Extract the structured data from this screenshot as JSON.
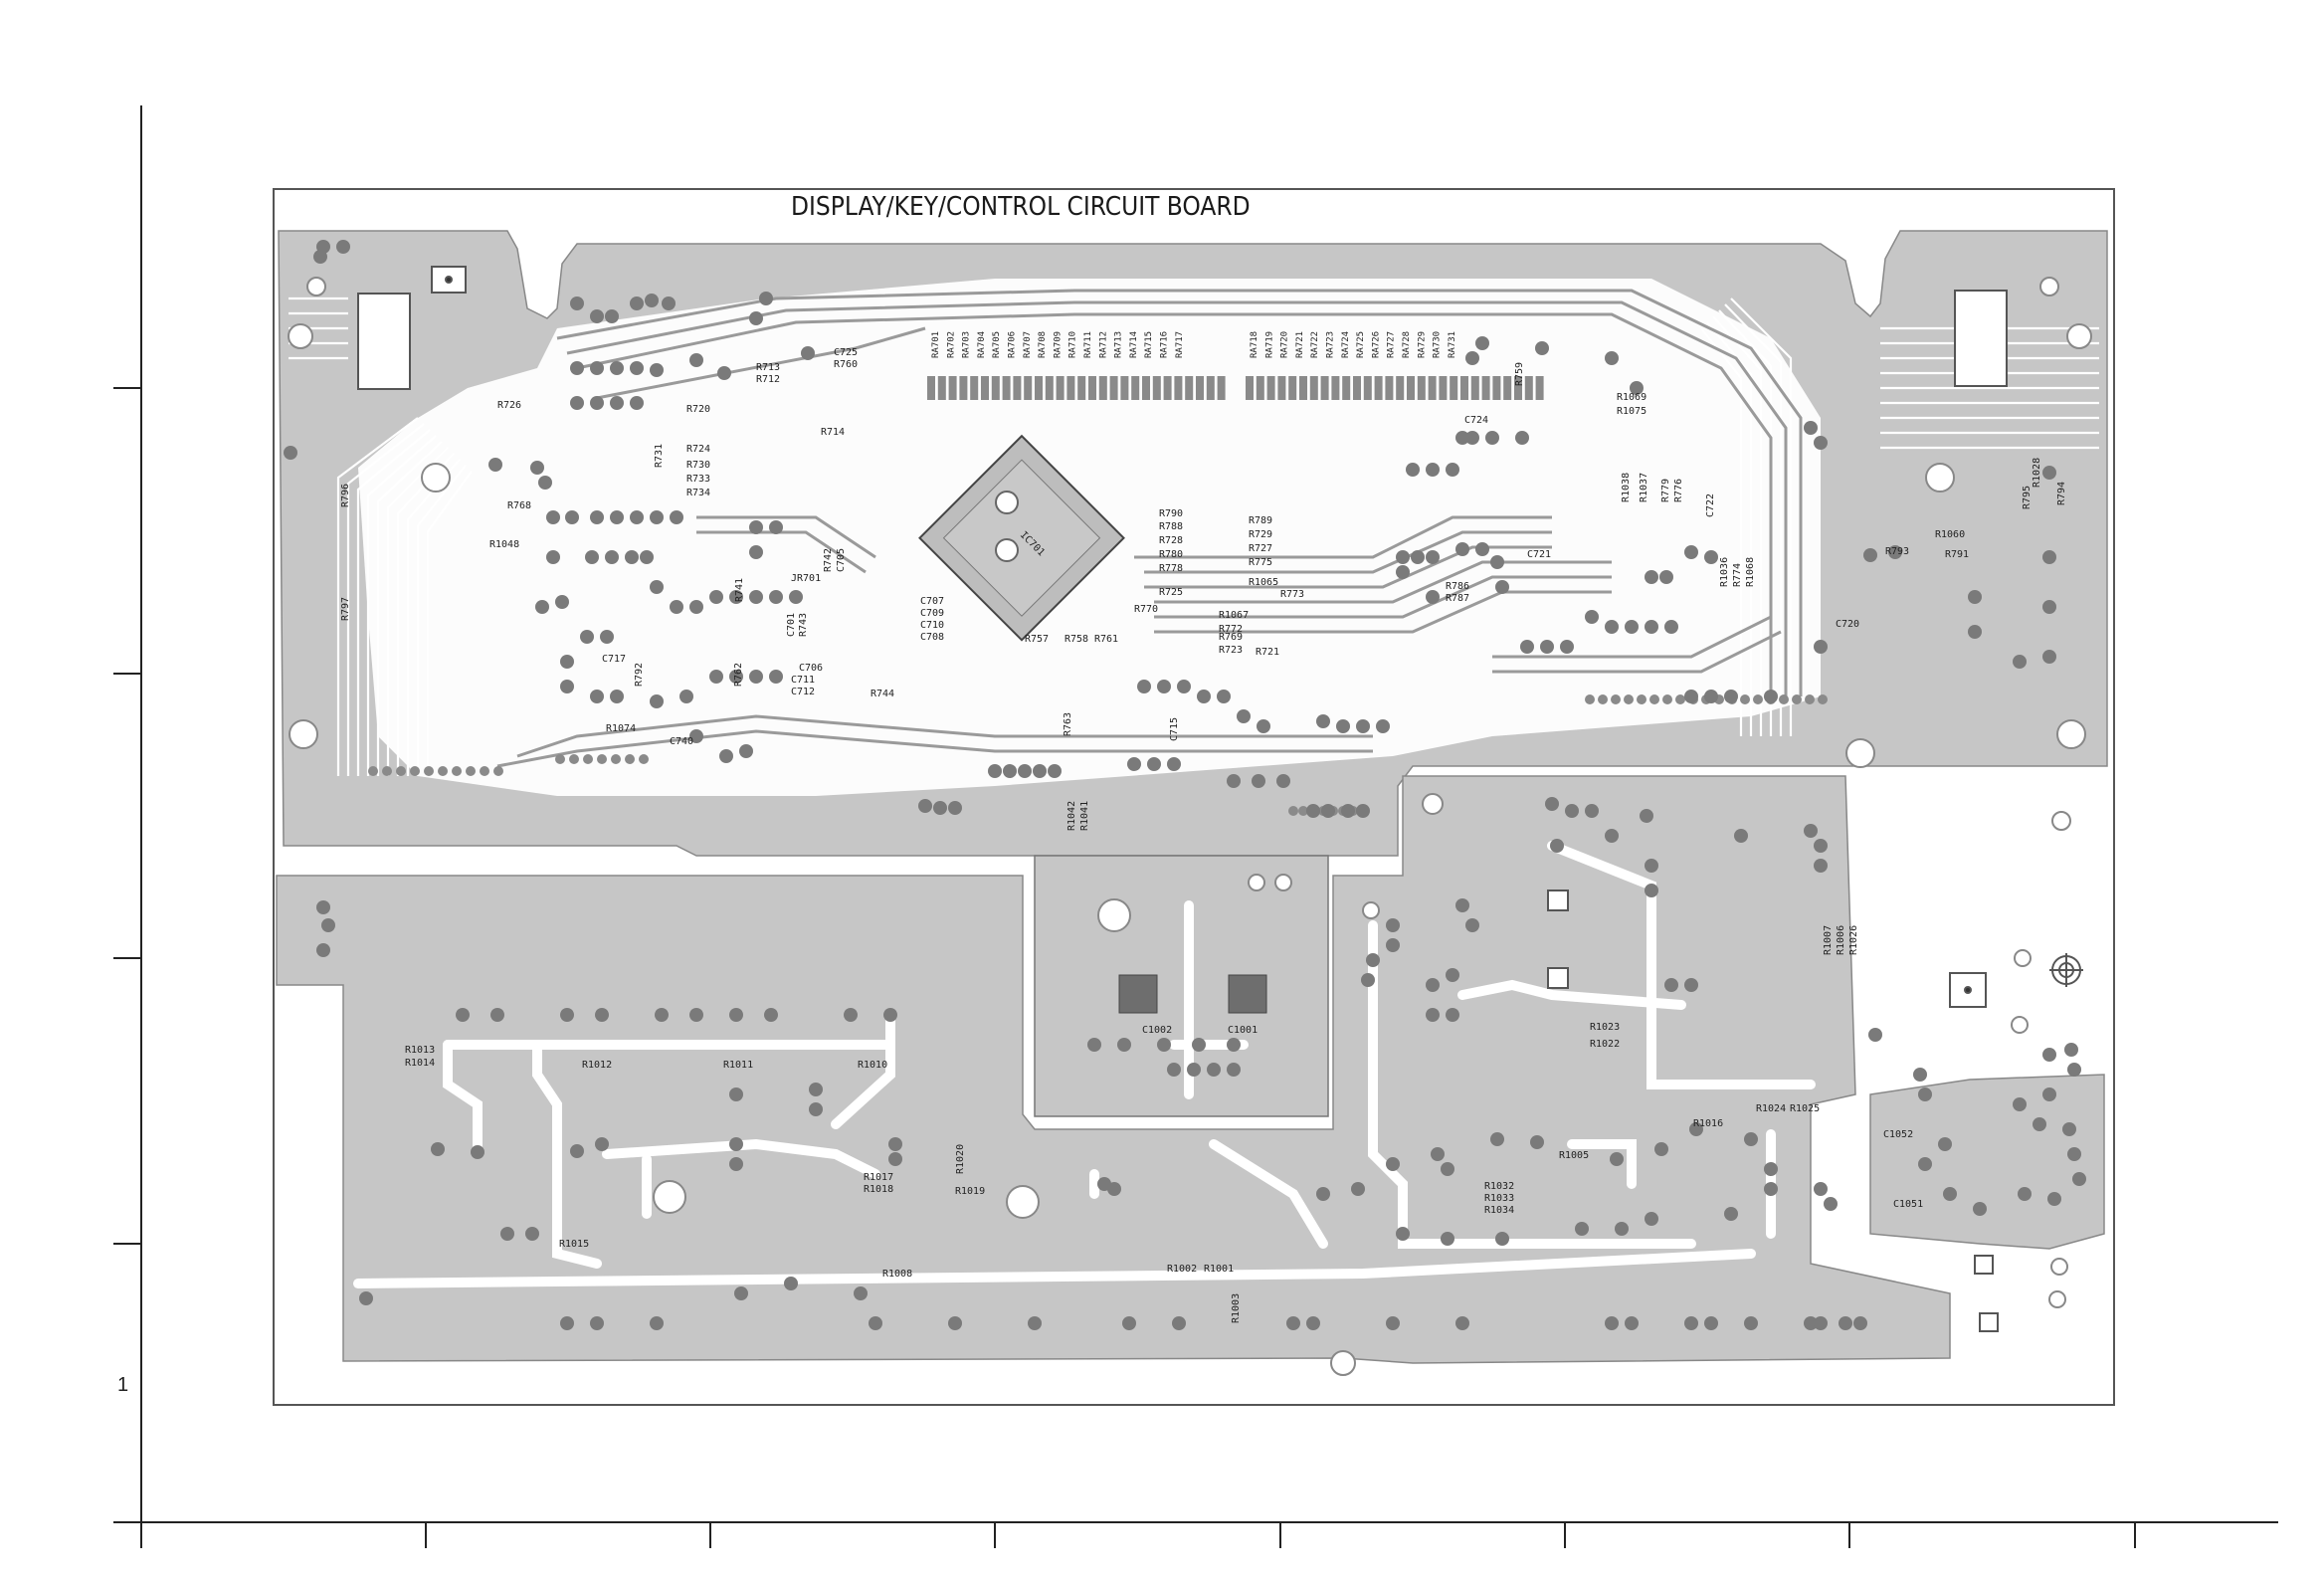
{
  "board": {
    "title": "DISPLAY/KEY/CONTROL CIRCUIT BOARD",
    "ic_label": "IC701"
  },
  "frame": {
    "left_tick_label": "1"
  },
  "refs": {
    "upper": [
      {
        "t": "R726"
      },
      {
        "t": "R720"
      },
      {
        "t": "R713"
      },
      {
        "t": "R712"
      },
      {
        "t": "C725"
      },
      {
        "t": "R760"
      },
      {
        "t": "R714"
      },
      {
        "t": "R731"
      },
      {
        "t": "R724"
      },
      {
        "t": "R730"
      },
      {
        "t": "R733"
      },
      {
        "t": "R734"
      },
      {
        "t": "R768"
      },
      {
        "t": "R1048"
      },
      {
        "t": "R796"
      },
      {
        "t": "R797"
      },
      {
        "t": "R742"
      },
      {
        "t": "C705"
      },
      {
        "t": "JR701"
      },
      {
        "t": "R741"
      },
      {
        "t": "C701"
      },
      {
        "t": "R743"
      },
      {
        "t": "C707"
      },
      {
        "t": "C709"
      },
      {
        "t": "C710"
      },
      {
        "t": "C708"
      },
      {
        "t": "C717"
      },
      {
        "t": "R792"
      },
      {
        "t": "R762"
      },
      {
        "t": "C706"
      },
      {
        "t": "C711"
      },
      {
        "t": "C712"
      },
      {
        "t": "R744"
      },
      {
        "t": "R1074"
      },
      {
        "t": "C740"
      },
      {
        "t": "R790"
      },
      {
        "t": "R788"
      },
      {
        "t": "R728"
      },
      {
        "t": "R780"
      },
      {
        "t": "R778"
      },
      {
        "t": "R725"
      },
      {
        "t": "R789"
      },
      {
        "t": "R729"
      },
      {
        "t": "R727"
      },
      {
        "t": "R775"
      },
      {
        "t": "R1065"
      },
      {
        "t": "R773"
      },
      {
        "t": "R770"
      },
      {
        "t": "R1067"
      },
      {
        "t": "R772"
      },
      {
        "t": "R769"
      },
      {
        "t": "R723"
      },
      {
        "t": "R721"
      },
      {
        "t": "R757"
      },
      {
        "t": "R758"
      },
      {
        "t": "R761"
      },
      {
        "t": "R759"
      },
      {
        "t": "R1069"
      },
      {
        "t": "R1075"
      },
      {
        "t": "C724"
      },
      {
        "t": "R1038"
      },
      {
        "t": "R1037"
      },
      {
        "t": "R779"
      },
      {
        "t": "R776"
      },
      {
        "t": "C722"
      },
      {
        "t": "C721"
      },
      {
        "t": "R786"
      },
      {
        "t": "R787"
      },
      {
        "t": "R1036"
      },
      {
        "t": "R774"
      },
      {
        "t": "R1068"
      },
      {
        "t": "C720"
      },
      {
        "t": "R793"
      },
      {
        "t": "R1060"
      },
      {
        "t": "R791"
      },
      {
        "t": "R795"
      },
      {
        "t": "R1028"
      },
      {
        "t": "R794"
      },
      {
        "t": "R1042"
      },
      {
        "t": "R1041"
      },
      {
        "t": "R763"
      },
      {
        "t": "C715"
      }
    ],
    "lower": [
      {
        "t": "R1013"
      },
      {
        "t": "R1014"
      },
      {
        "t": "R1012"
      },
      {
        "t": "R1011"
      },
      {
        "t": "R1010"
      },
      {
        "t": "C1002"
      },
      {
        "t": "C1001"
      },
      {
        "t": "R1023"
      },
      {
        "t": "R1022"
      },
      {
        "t": "R1007"
      },
      {
        "t": "R1006"
      },
      {
        "t": "R1026"
      },
      {
        "t": "R1024"
      },
      {
        "t": "R1025"
      },
      {
        "t": "R1016"
      },
      {
        "t": "R1005"
      },
      {
        "t": "R1032"
      },
      {
        "t": "R1033"
      },
      {
        "t": "R1034"
      },
      {
        "t": "R1017"
      },
      {
        "t": "R1018"
      },
      {
        "t": "R1019"
      },
      {
        "t": "R1020"
      },
      {
        "t": "R1015"
      },
      {
        "t": "R1008"
      },
      {
        "t": "R1002"
      },
      {
        "t": "R1001"
      },
      {
        "t": "R1003"
      },
      {
        "t": "C1052"
      },
      {
        "t": "C1051"
      }
    ],
    "ra_left": [
      "RA701",
      "RA702",
      "RA703",
      "RA704",
      "RA705",
      "RA706",
      "RA707",
      "RA708",
      "RA709",
      "RA710",
      "RA711",
      "RA712",
      "RA713",
      "RA714",
      "RA715",
      "RA716",
      "RA717"
    ],
    "ra_right": [
      "RA718",
      "RA719",
      "RA720",
      "RA721",
      "RA722",
      "RA723",
      "RA724",
      "RA725",
      "RA726",
      "RA727",
      "RA728",
      "RA729",
      "RA730",
      "RA731"
    ]
  }
}
